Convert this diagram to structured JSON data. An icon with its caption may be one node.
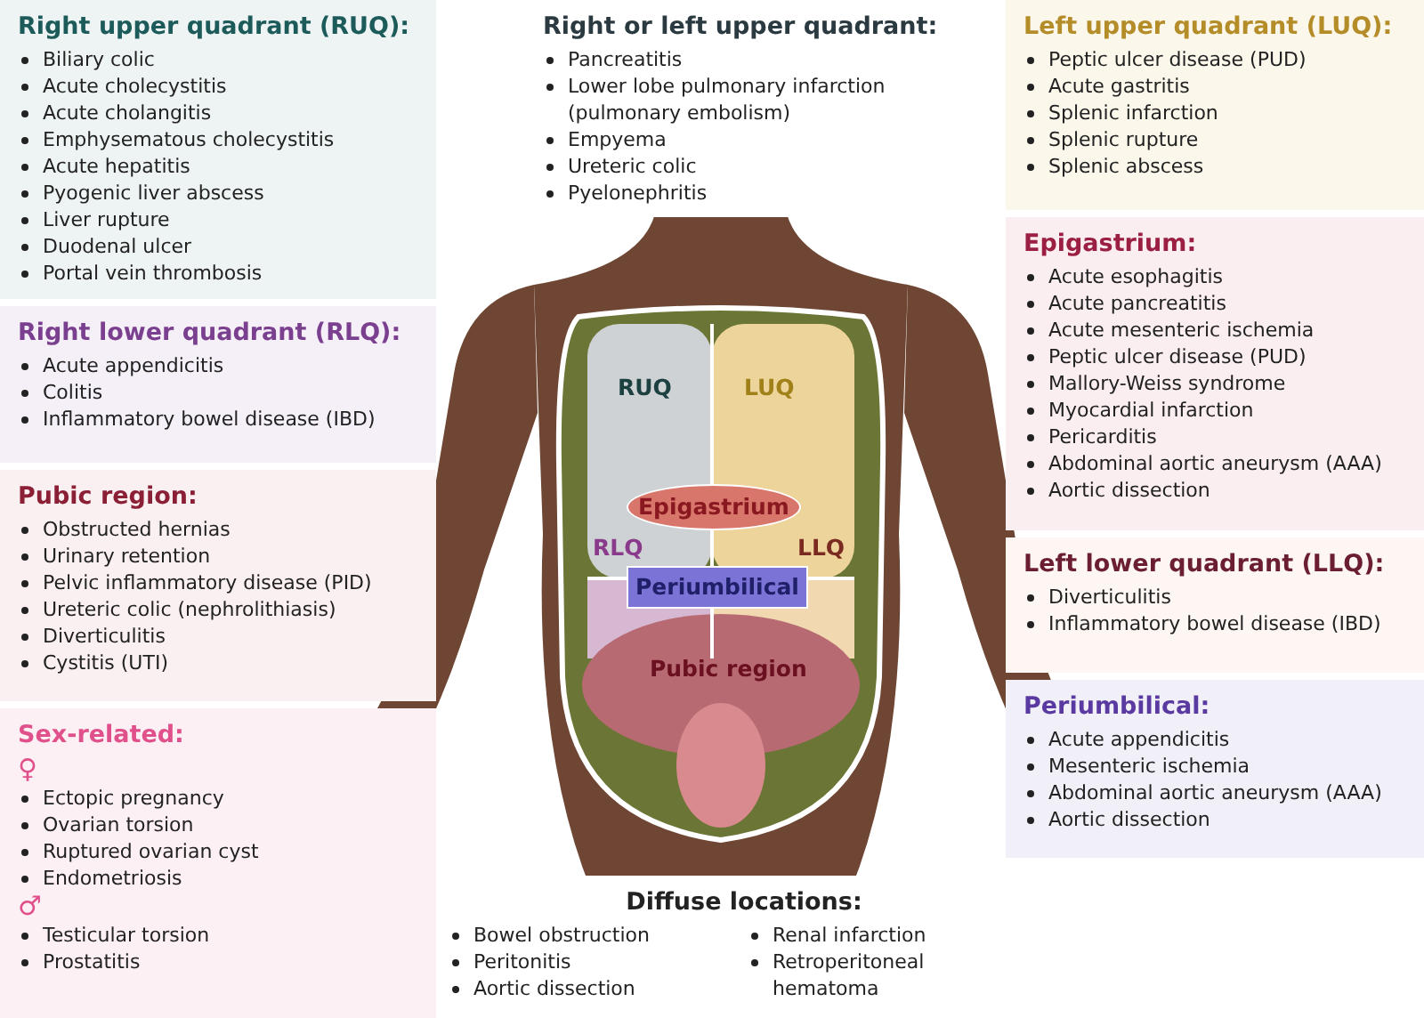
{
  "diagram": {
    "nodes": [
      {
        "text": [
          "Right upper quadrant (RUQ):",
          "Biliary colic",
          "Acute cholecystitis",
          "Acute cholangitis",
          "Emphysematous cholecystitis",
          "Acute hepatitis",
          "Pyogenic liver abscess",
          "Liver rupture",
          "Duodenal ulcer",
          "Portal vein thrombosis"
        ]
      },
      {
        "text": [
          "Right or left upper quadrant:",
          "Pancreatitis",
          "Lower lobe pulmonary infarction (pulmonary embolism)",
          "Empyema",
          "Ureteric colic",
          "Pyelonephritis"
        ]
      },
      {
        "text": [
          "Left upper quadrant (LUQ):",
          "Peptic ulcer disease (PUD)",
          "Acute gastritis",
          "Splenic infarction",
          "Splenic rupture",
          "Splenic abscess"
        ]
      },
      {
        "text": [
          "Right lower quadrant (RLQ):",
          "Acute appendicitis",
          "Colitis",
          "Inflammatory bowel disease (IBD)"
        ]
      },
      {
        "text": [
          "Epigastrium:",
          "Acute esophagitis",
          "Acute pancreatitis",
          "Acute mesenteric ischemia",
          "Peptic ulcer disease (PUD)",
          "Mallory-Weiss syndrome",
          "Myocardial infarction",
          "Pericarditis",
          "Abdominal aortic aneurysm (AAA)",
          "Aortic dissection"
        ]
      },
      {
        "text": [
          "Pubic region:",
          "Obstructed hernias",
          "Urinary retention",
          "Pelvic inflammatory disease (PID)",
          "Ureteric colic (nephrolithiasis)",
          "Diverticulitis",
          "Cystitis (UTI)"
        ]
      },
      {
        "text": [
          "Left lower quadrant (LLQ):",
          "Diverticulitis",
          "Inflammatory bowel disease (IBD)"
        ]
      },
      {
        "text": [
          "Sex-related:",
          "♀",
          "Ectopic pregnancy",
          "Ovarian torsion",
          "Ruptured ovarian cyst",
          "Endometriosis",
          "♂",
          "Testicular torsion",
          "Prostatitis"
        ]
      },
      {
        "text": [
          "Periumbilical:",
          "Acute appendicitis",
          "Mesenteric ischemia",
          "Abdominal aortic aneurysm (AAA)",
          "Aortic dissection"
        ]
      },
      {
        "text": [
          "Diffuse locations:",
          "Bowel obstruction",
          "Peritonitis",
          "Aortic dissection",
          "Renal infarction",
          "Retroperitoneal hematoma"
        ]
      },
      {
        "text": [
          "RUQ"
        ]
      },
      {
        "text": [
          "LUQ"
        ]
      },
      {
        "text": [
          "Epigastrium"
        ]
      },
      {
        "text": [
          "RLQ"
        ]
      },
      {
        "text": [
          "Periumbilical"
        ]
      },
      {
        "text": [
          "LLQ"
        ]
      },
      {
        "text": [
          "Pubic region"
        ]
      }
    ]
  }
}
